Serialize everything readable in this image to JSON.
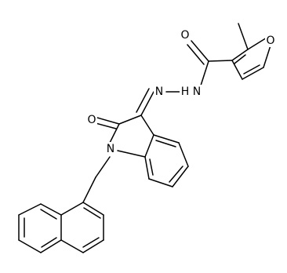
{
  "molecule": {
    "atom_labels": {
      "O_carbonyl_amide": "O",
      "O_furan": "O",
      "N_hydrazone_1": "N",
      "N_hydrazone_2": "H",
      "H_hydrazone": "N",
      "O_ketone": "O",
      "N_indole": "N"
    }
  },
  "style": {
    "line_color": "#000000",
    "background": "#ffffff"
  }
}
